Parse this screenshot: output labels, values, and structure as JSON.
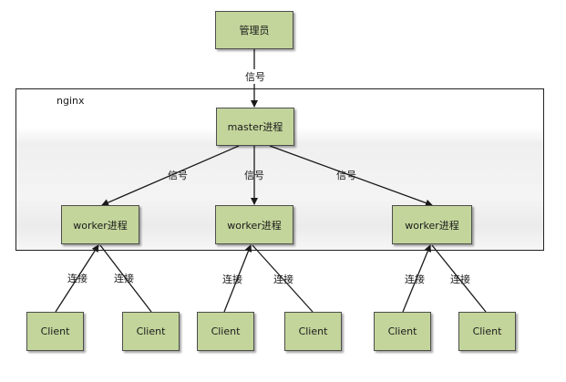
{
  "diagram": {
    "container_label": "nginx",
    "admin": "管理员",
    "master": "master进程",
    "workers": [
      "worker进程",
      "worker进程",
      "worker进程"
    ],
    "clients": [
      "Client",
      "Client",
      "Client",
      "Client",
      "Client",
      "Client"
    ],
    "edge_labels": {
      "admin_to_master": "信号",
      "master_to_workers": [
        "信号",
        "信号",
        "信号"
      ],
      "client_to_worker": [
        "连接",
        "连接",
        "连接",
        "连接",
        "连接",
        "连接"
      ]
    },
    "colors": {
      "node_fill": "#c3d59b",
      "node_border": "#4d4d4d",
      "line": "#1a1a1a"
    }
  }
}
